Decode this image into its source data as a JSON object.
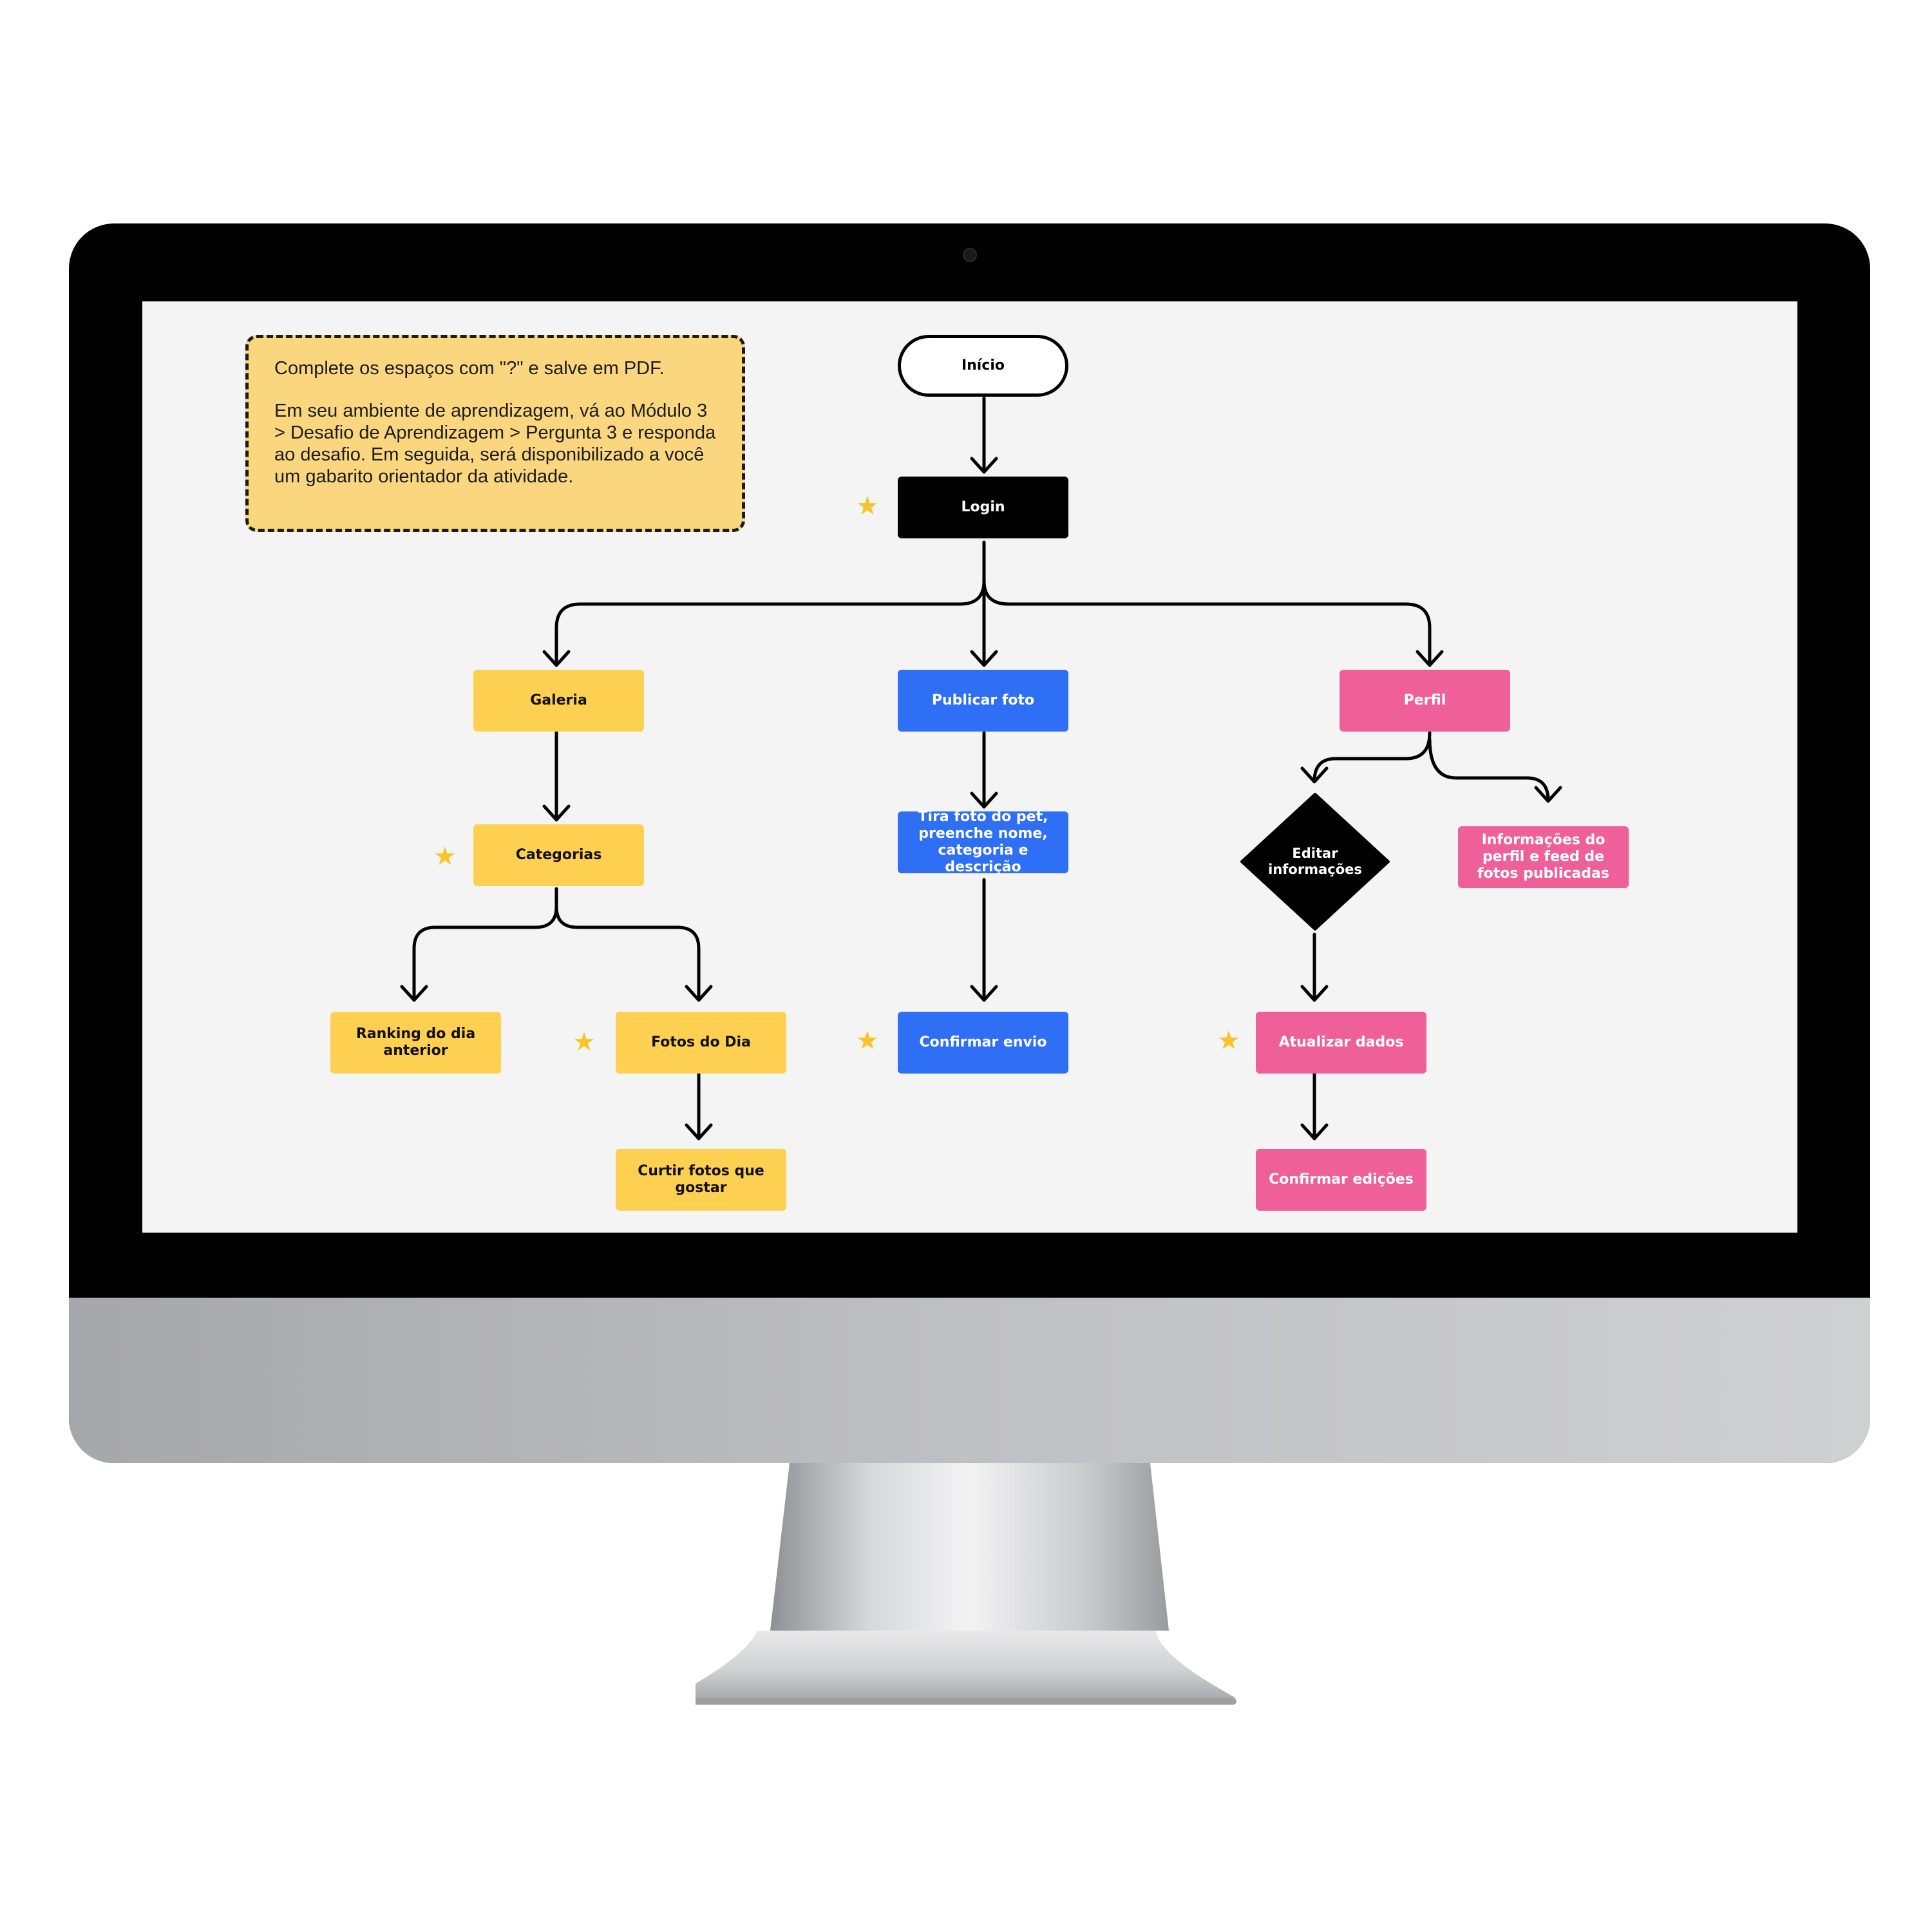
{
  "instructions": {
    "line1": "Complete os espaços com \"?\" e salve em PDF.",
    "line2": "Em seu ambiente de aprendizagem, vá ao Módulo 3 > Desafio de Aprendizagem > Pergunta 3 e responda ao desafio. Em seguida, será disponibilizado a você um gabarito orientador da atividade."
  },
  "flow": {
    "start": "Início",
    "login": "Login",
    "galeria": "Galeria",
    "categorias": "Categorias",
    "ranking": "Ranking do dia anterior",
    "fotos_dia": "Fotos do Dia",
    "curtir": "Curtir fotos que gostar",
    "publicar": "Publicar foto",
    "tira_foto": "Tira foto do pet, preenche nome, categoria e descrição",
    "confirmar_envio": "Confirmar envio",
    "perfil": "Perfil",
    "editar": "Editar informações",
    "informacoes": "Informações do perfil e feed de fotos publicadas",
    "atualizar": "Atualizar dados",
    "confirmar_edicoes": "Confirmar edições"
  },
  "stars": [
    "★",
    "★",
    "★",
    "★",
    "★"
  ],
  "colors": {
    "yellow": "#fdd052",
    "blue": "#2f6ff5",
    "pink": "#ef6098",
    "black": "#000000",
    "note": "#fad77f",
    "star": "#f7c52b"
  }
}
